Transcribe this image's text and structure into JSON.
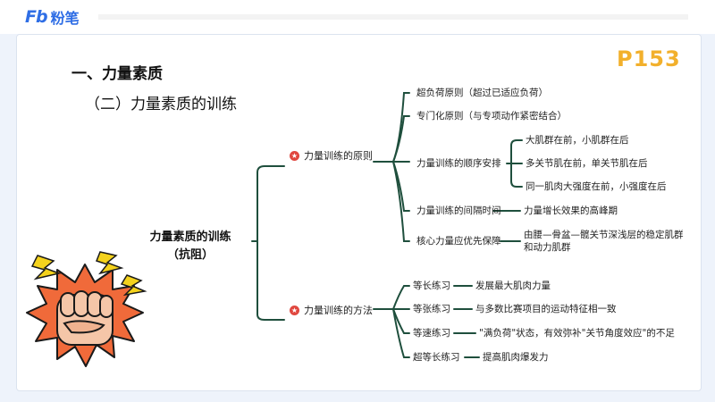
{
  "brand": {
    "logo_mark": "Fb",
    "logo_text": "粉笔"
  },
  "page": {
    "number": "P153",
    "heading": "一、力量素质",
    "subheading": "（二）力量素质的训练"
  },
  "colors": {
    "brand_blue": "#2f6ee5",
    "page_number_gold": "#f2b02c",
    "line_green": "#1f4f3d",
    "star_red": "#e0473f"
  },
  "mindmap": {
    "root": {
      "line1": "力量素质的训练",
      "line2": "（抗阻）"
    },
    "branches": [
      {
        "label": "力量训练的原则",
        "icon": "star-icon",
        "children": [
          {
            "label": "超负荷原则（超过已适应负荷）"
          },
          {
            "label": "专门化原则（与专项动作紧密结合）"
          },
          {
            "label": "力量训练的顺序安排",
            "children": [
              {
                "label": "大肌群在前，小肌群在后"
              },
              {
                "label": "多关节肌在前，单关节肌在后"
              },
              {
                "label": "同一肌肉大强度在前，小强度在后"
              }
            ]
          },
          {
            "label": "力量训练的间隔时间",
            "children": [
              {
                "label": "力量增长效果的高峰期"
              }
            ]
          },
          {
            "label": "核心力量应优先保障",
            "children": [
              {
                "label": "由腰—骨盆—髋关节深浅层的稳定肌群和动力肌群"
              }
            ]
          }
        ]
      },
      {
        "label": "力量训练的方法",
        "icon": "star-icon",
        "children": [
          {
            "label": "等长练习",
            "children": [
              {
                "label": "发展最大肌肉力量"
              }
            ]
          },
          {
            "label": "等张练习",
            "children": [
              {
                "label": "与多数比赛项目的运动特征相一致"
              }
            ]
          },
          {
            "label": "等速练习",
            "children": [
              {
                "label": "\"满负荷\"状态，有效弥补\"关节角度效应\"的不足"
              }
            ]
          },
          {
            "label": "超等长练习",
            "children": [
              {
                "label": "提高肌肉爆发力"
              }
            ]
          }
        ]
      }
    ]
  }
}
